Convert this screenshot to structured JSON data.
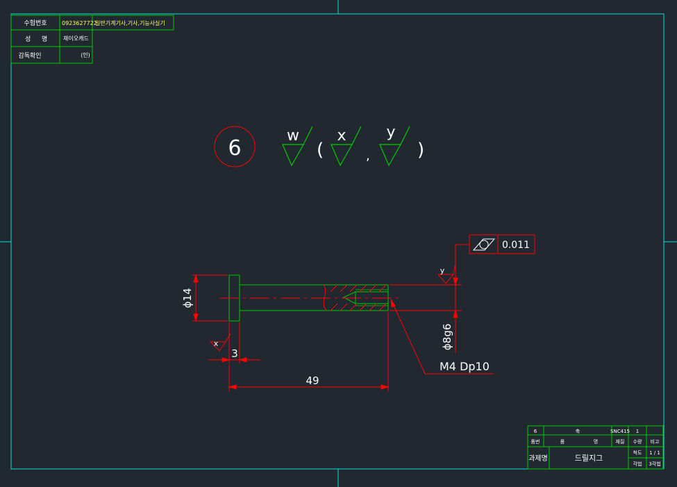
{
  "colors": {
    "background": "#212830",
    "frame": "#00e5e5",
    "green": "#00cc00",
    "red": "#ff0000",
    "white": "#ffffff",
    "yellow": "#ffff66"
  },
  "info_block": {
    "exam_number_label": "수험번호",
    "exam_number_value": "0923627722",
    "exam_title": "일반기계기사,기사,기능사실기",
    "name_label_1": "성",
    "name_label_2": "명",
    "name_value": "재이오캐드",
    "supervisor_label": "감독확인",
    "supervisor_value": "(인)"
  },
  "roughness_note": {
    "item_number": "6",
    "symbol_main": "w",
    "symbol_a": "x",
    "symbol_b": "y",
    "open_paren": "(",
    "comma": ",",
    "close_paren": ")"
  },
  "dimensions": {
    "diameter_head": "ϕ14",
    "diameter_shaft": "ϕ8g6",
    "head_thickness": "3",
    "length": "49",
    "thread_note": "M4 Dp10",
    "tolerance_value": "0.011",
    "surface_x": "x",
    "surface_y": "y"
  },
  "title_block": {
    "row1_no": "6",
    "row1_name": "축",
    "row1_material": "SNC415",
    "row1_qty": "1",
    "h_part_no": "품번",
    "h_name_1": "품",
    "h_name_2": "명",
    "h_material": "재질",
    "h_qty": "수량",
    "h_note": "비고",
    "project_label": "과제명",
    "project_name": "드릴지그",
    "scale_label": "척도",
    "scale_value": "1 / 1",
    "projection_label": "각법",
    "projection_value": "3각법"
  }
}
